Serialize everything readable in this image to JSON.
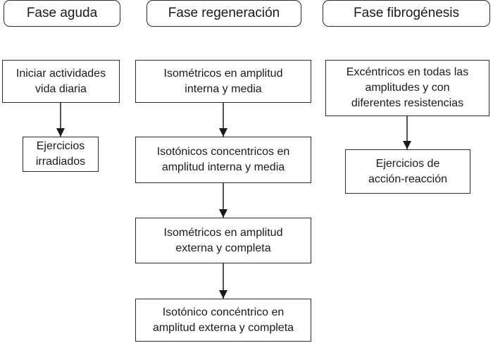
{
  "columns": [
    {
      "header": "Fase aguda",
      "steps": [
        "Iniciar actividades\nvida diaria",
        "Ejercicios\nirradiados"
      ]
    },
    {
      "header": "Fase regeneración",
      "steps": [
        "Isométricos en amplitud\ninterna y media",
        "Isotónicos concentricos en\namplitud interna y media",
        "Isométricos en amplitud\nexterna y completa",
        "Isotónico concéntrico en\namplitud externa y completa"
      ]
    },
    {
      "header": "Fase fibrogénesis",
      "steps": [
        "Excéntricos en todas las\namplitudes y con\ndiferentes resistencias",
        "Ejercicios de\nacción-reacción"
      ]
    }
  ],
  "colors": {
    "stroke": "#2b2b2b",
    "text": "#1a1a1a",
    "background": "#ffffff"
  }
}
